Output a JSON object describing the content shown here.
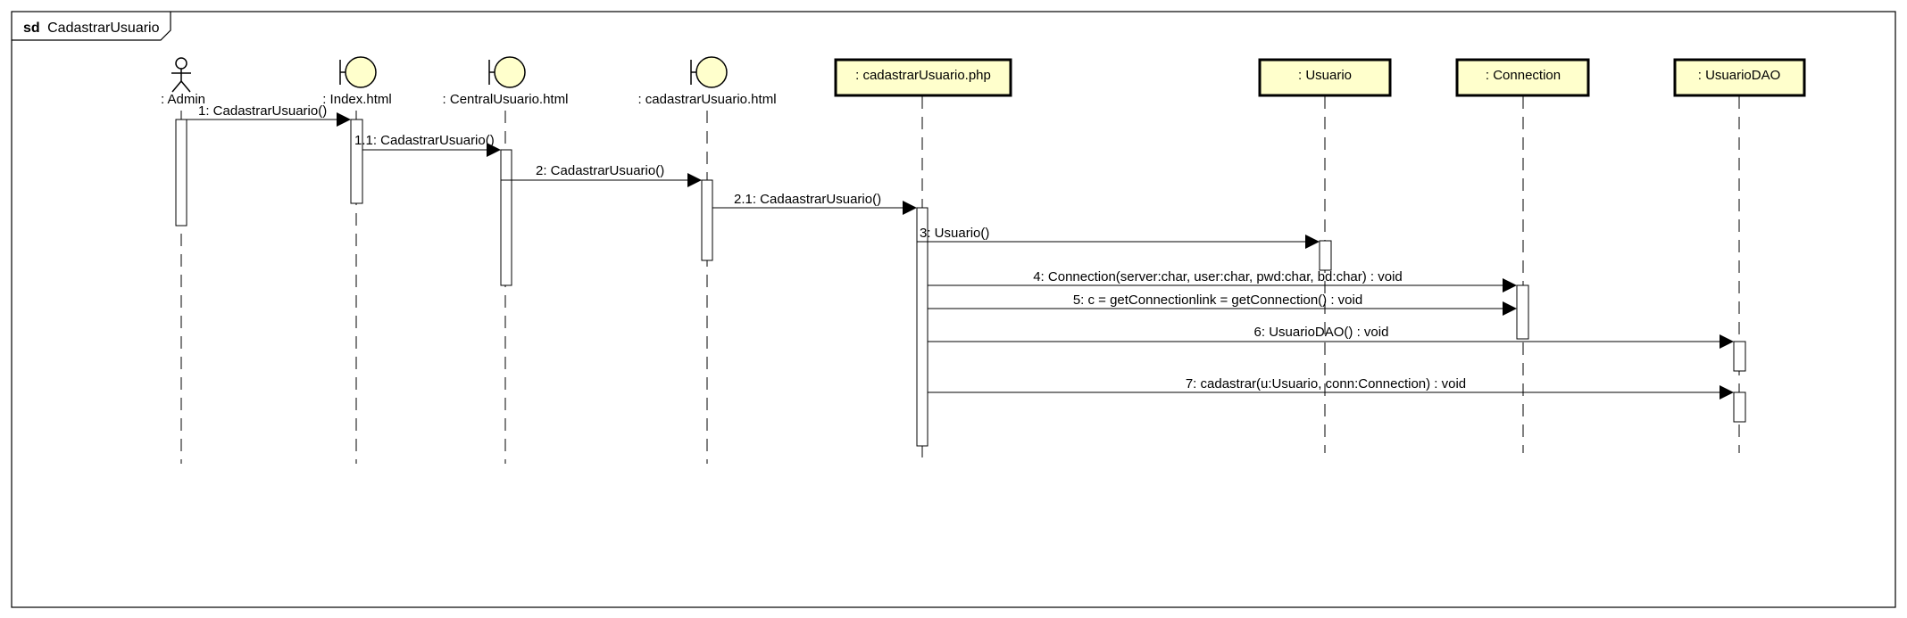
{
  "frame": {
    "keyword": "sd",
    "name": "CadastrarUsuario"
  },
  "lifelines": [
    {
      "id": "admin",
      "kind": "actor",
      "label": ": Admin"
    },
    {
      "id": "index",
      "kind": "boundary",
      "label": ": Index.html"
    },
    {
      "id": "central",
      "kind": "boundary",
      "label": ": CentralUsuario.html"
    },
    {
      "id": "cadhtml",
      "kind": "boundary",
      "label": ": cadastrarUsuario.html"
    },
    {
      "id": "cadphp",
      "kind": "class",
      "label": ": cadastrarUsuario.php"
    },
    {
      "id": "usuario",
      "kind": "class",
      "label": ": Usuario"
    },
    {
      "id": "connection",
      "kind": "class",
      "label": ": Connection"
    },
    {
      "id": "usuariodao",
      "kind": "class",
      "label": ": UsuarioDAO"
    }
  ],
  "messages": [
    {
      "from": "admin",
      "to": "index",
      "label": "1: CadastrarUsuario()"
    },
    {
      "from": "index",
      "to": "central",
      "label": "1.1: CadastrarUsuario()"
    },
    {
      "from": "central",
      "to": "cadhtml",
      "label": "2: CadastrarUsuario()"
    },
    {
      "from": "cadhtml",
      "to": "cadphp",
      "label": "2.1: CadaastrarUsuario()"
    },
    {
      "from": "cadphp",
      "to": "usuario",
      "label": "3: Usuario()"
    },
    {
      "from": "cadphp",
      "to": "connection",
      "label": "4: Connection(server:char, user:char, pwd:char, bd:char) : void"
    },
    {
      "from": "cadphp",
      "to": "connection",
      "label": "5: c = getConnectionlink = getConnection() : void"
    },
    {
      "from": "cadphp",
      "to": "usuariodao",
      "label": "6: UsuarioDAO() : void"
    },
    {
      "from": "cadphp",
      "to": "usuariodao",
      "label": "7: cadastrar(u:Usuario, conn:Connection) : void"
    }
  ],
  "colors": {
    "class_fill": "#ffffcc",
    "line": "#000000",
    "background": "#ffffff"
  }
}
